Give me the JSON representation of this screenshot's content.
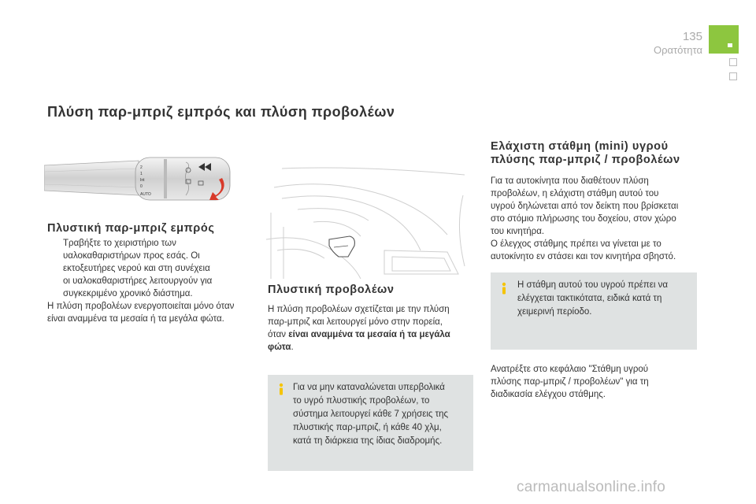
{
  "header": {
    "page_number": "135",
    "section": "Ορατότητα"
  },
  "title": "Πλύση παρ-μπριζ εμπρός και πλύση προβολέων",
  "left": {
    "heading": "Πλυστική παρ-μπριζ εμπρός",
    "bullet_glyph": "",
    "bullet_lines": [
      "Τραβήξτε το χειριστήριο των",
      "υαλοκαθαριστήρων προς εσάς. Οι",
      "εκτοξευτήρες νερού και στη συνέχεια",
      "οι υαλοκαθαριστήρες λειτουργούν για",
      "συγκεκριμένο χρονικό διάστημα."
    ],
    "note_lines": [
      "Η πλύση προβολέων ενεργοποιείται μόνο όταν",
      "είναι αναμμένα τα μεσαία ή τα μεγάλα φώτα."
    ],
    "stalk_labels": [
      "2",
      "1",
      "Int",
      "0",
      "AUTO"
    ]
  },
  "middle": {
    "heading": "Πλυστική προβολέων",
    "lines": [
      "Η πλύση προβολέων σχετίζεται με την πλύση",
      "παρ-μπριζ και λειτουργεί μόνο στην πορεία,"
    ],
    "line3_plain": "όταν ",
    "line3_bold": "είναι αναμμένα τα μεσαία ή τα μεγάλα",
    "line4_bold": "φώτα",
    "line4_plain": ".",
    "info_lines": [
      "Για να μην καταναλώνεται υπερβολικά",
      "το υγρό πλυστικής προβολέων, το",
      "σύστημα λειτουργεί κάθε 7 χρήσεις της",
      "πλυστικής παρ-μπριζ, ή κάθε 40 χλμ,",
      "κατά τη διάρκεια της ίδιας διαδρομής."
    ]
  },
  "right": {
    "heading_lines": [
      "Ελάχιστη στάθμη (mini) υγρού",
      "πλύσης παρ-μπριζ / προβολέων"
    ],
    "lines": [
      "Για τα αυτοκίνητα που διαθέτουν πλύση",
      "προβολέων, η ελάχιστη στάθμη αυτού του",
      "υγρού δηλώνεται από τον δείκτη που βρίσκεται",
      "στο στόμιο πλήρωσης του δοχείου, στον χώρο",
      "του κινητήρα.",
      "Ο έλεγχος στάθμης πρέπει να γίνεται με το",
      "αυτοκίνητο εν στάσει και τον κινητήρα σβηστό."
    ],
    "info_lines": [
      "Η στάθμη αυτού του υγρού πρέπει να",
      "ελέγχεται τακτικότατα, ειδικά κατά τη",
      "χειμερινή περίοδο."
    ],
    "ref_lines": [
      "Ανατρέξτε στο κεφάλαιο \"Στάθμη υγρού",
      "πλύσης παρ-μπριζ / προβολέων\" για τη",
      "διαδικασία ελέγχου στάθμης."
    ]
  },
  "watermark": "carmanualsonline.info",
  "colors": {
    "accent_green": "#8dc63f",
    "info_icon_yellow": "#f5c400",
    "infobox_bg": "#dfe2e2",
    "arrow_red": "#d83a2a"
  }
}
